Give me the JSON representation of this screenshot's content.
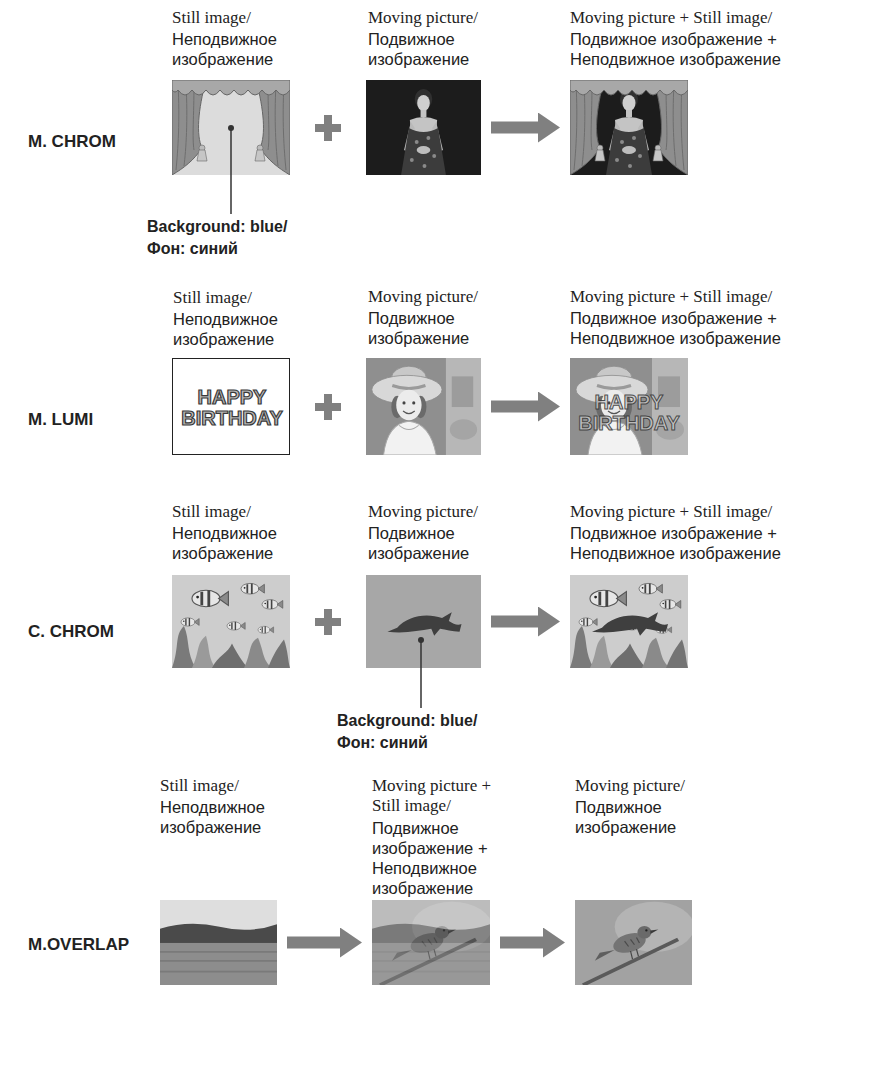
{
  "diagram": {
    "nodes": [
      {
        "text": [
          "Still image/",
          "Неподвижное изображение"
        ]
      },
      {
        "text": [
          "Moving picture/",
          "Подвижное изображение"
        ]
      },
      {
        "text": [
          "Moving picture + Still image/",
          "Подвижное изображение + Неподвижное изображение"
        ]
      },
      {
        "text": [
          "Still image/",
          "Неподвижное изображение",
          "HAPPY BIRTHDAY"
        ]
      },
      {
        "text": [
          "Moving picture/",
          "Подвижное изображение"
        ]
      },
      {
        "text": [
          "Moving picture + Still image/",
          "Подвижное изображение + Неподвижное изображение",
          "HAPPY BIRTHDAY"
        ]
      },
      {
        "text": [
          "Still image/",
          "Неподвижное изображение"
        ]
      },
      {
        "text": [
          "Moving picture/",
          "Подвижное изображение"
        ]
      },
      {
        "text": [
          "Moving picture + Still image/",
          "Подвижное изображение + Неподвижное изображение"
        ]
      },
      {
        "text": [
          "Still image/",
          "Неподвижное изображение"
        ]
      },
      {
        "text": [
          "Moving picture + Still image/",
          "Подвижное изображение + Неподвижное изображение"
        ]
      },
      {
        "text": [
          "Moving picture/",
          "Подвижное изображение"
        ]
      }
    ],
    "edges": [
      {
        "from": 1,
        "to": 2,
        "arrow": "to"
      },
      {
        "from": 4,
        "to": 5,
        "arrow": "to"
      },
      {
        "from": 7,
        "to": 8,
        "arrow": "to"
      },
      {
        "from": 9,
        "to": 10,
        "arrow": "to"
      },
      {
        "from": 10,
        "to": 11,
        "arrow": "to"
      }
    ],
    "labels": [
      "M. CHROM",
      "Background: blue/ Фон: синий",
      "M. LUMI",
      "C. CHROM",
      "Background: blue/ Фон: синий",
      "M.OVERLAP"
    ]
  }
}
